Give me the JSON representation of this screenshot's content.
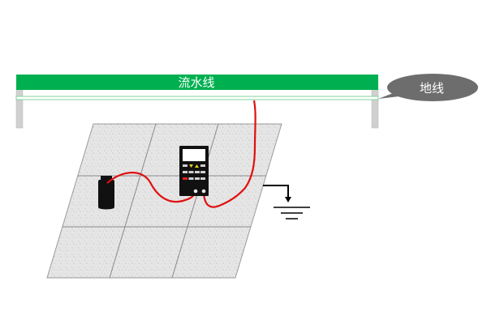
{
  "diagram": {
    "conveyor": {
      "label": "流水线",
      "bar_color": "#00b050",
      "rail_color": "#7fd39a",
      "leg_color": "#d0d0d0"
    },
    "callout": {
      "label": "地线",
      "fill": "#6d6d6d",
      "text_color": "#ffffff"
    },
    "floor": {
      "fill": "#e4e4e4",
      "grid_color": "#8a8a8a",
      "rows": 3,
      "cols": 3
    },
    "meter": {
      "body_color": "#111111",
      "screen_color": "#ffffff",
      "accent_red": "#e02020",
      "accent_yellow": "#e8d020"
    },
    "electrode": {
      "color": "#111111"
    },
    "wire": {
      "color": "#e01010"
    },
    "ground_symbol": {
      "color": "#000000"
    }
  }
}
